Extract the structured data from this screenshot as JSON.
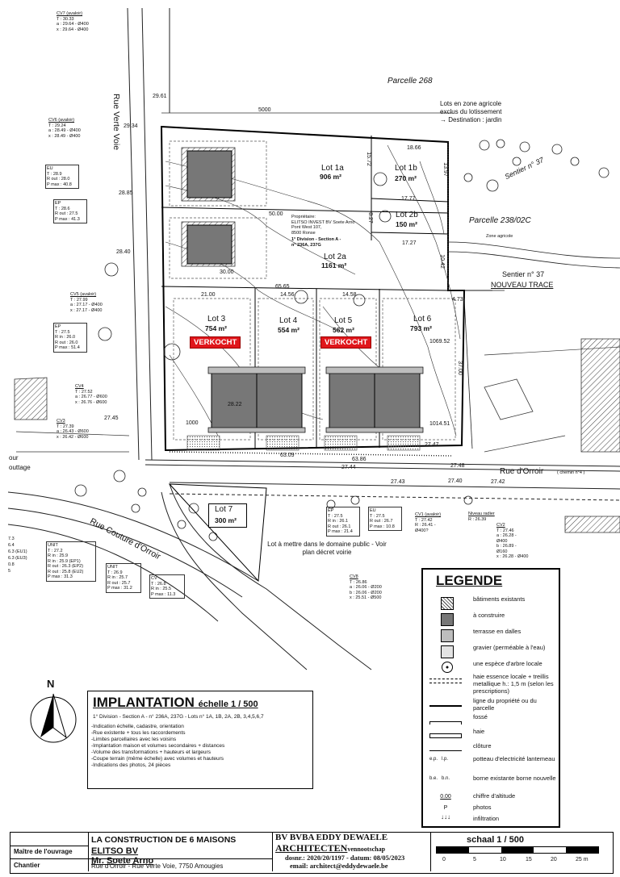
{
  "parcels": {
    "parcelle_268": "Parcelle 268",
    "parcelle_238": "Parcelle 238/02C",
    "sentier_37": "Sentier n° 37",
    "sentier_37_new": "Sentier n° 37",
    "nouveau_trace": "NOUVEAU TRACE",
    "lots_zone_agricole": "Lots en zone agricole exclus du lotissement",
    "destination": "→ Destination : jardin",
    "zone_agricole": "Zone agricole"
  },
  "streets": {
    "verte_voie": "Rue Verte Voie",
    "orroir": "Rue d'Orroir",
    "orroir_chemin": "( chemin n°4 )",
    "couture": "Rue Couture d'Orroir"
  },
  "lots": [
    {
      "name": "Lot 1a",
      "area": "906 m²"
    },
    {
      "name": "Lot 1b",
      "area": "270 m²"
    },
    {
      "name": "Lot 2a",
      "area": "1161 m²"
    },
    {
      "name": "Lot 2b",
      "area": "150 m²"
    },
    {
      "name": "Lot 3",
      "area": "754 m²"
    },
    {
      "name": "Lot 4",
      "area": "554 m²"
    },
    {
      "name": "Lot 5",
      "area": "562 m²"
    },
    {
      "name": "Lot 6",
      "area": "793 m²"
    },
    {
      "name": "Lot 7",
      "area": "300 m²"
    }
  ],
  "sold_label": "VERKOCHT",
  "proprietaire": {
    "label": "Propriétaire:",
    "name": "ELITSO INVEST BV Soete Arno",
    "addr1": "Pont West 107,",
    "addr2": "8500 Ronse",
    "division": "1° Division - Section A -",
    "numbers": "n° 236A, 237G"
  },
  "lot7_note": "Lot à mettre dans le domaine public - Voir plan décret voirie",
  "dimensions": [
    "5000",
    "18.66",
    "17.77",
    "17.27",
    "21.00",
    "14.56",
    "14.58",
    "50.00",
    "30.00",
    "65.65",
    "27.45",
    "27.48",
    "27.44",
    "27.43",
    "27.40",
    "27.42",
    "29.61",
    "29.34",
    "28.85",
    "28.40",
    "28.22",
    "27.47",
    "13.97",
    "10.42",
    "8.27",
    "15.72",
    "4.73",
    "37.00",
    "1069.52",
    "1014.51",
    "63.86",
    "63.09",
    "1000"
  ],
  "cv_blocks": [
    {
      "title": "CV7 (avaloir)",
      "lines": [
        "T : 30.33",
        "a : 29.64 - Ø400",
        "x : 29.64 - Ø400"
      ]
    },
    {
      "title": "CV6 (avaloir)",
      "lines": [
        "T : 29.24",
        "a : 28.49 - Ø400",
        "x : 28.49 - Ø400"
      ]
    },
    {
      "title": "CV5 (avaloir)",
      "lines": [
        "T : 27.99",
        "a : 27.17 - Ø400",
        "x : 27.17 - Ø400"
      ]
    },
    {
      "title": "CV4",
      "lines": [
        "T : 27.52",
        "a : 26.77 - Ø600",
        "x : 26.76 - Ø600"
      ]
    },
    {
      "title": "CV3",
      "lines": [
        "T : 27.39",
        "a : 26.43 - Ø600",
        "x : 26.42 - Ø600"
      ]
    },
    {
      "title": "CV8",
      "lines": [
        "T : 26.86",
        "a : 26.06 - Ø200",
        "b : 26.06 - Ø200",
        "x : 25.51 - Ø500"
      ]
    },
    {
      "title": "CV1 (avaloir)",
      "lines": [
        "T : 27.42",
        "R : 26.41 -",
        "Ø400?"
      ]
    },
    {
      "title": "CV2",
      "lines": [
        "T : 27.46",
        "a : 26.28 -",
        "Ø400",
        "b : 26.89 -",
        "Ø160",
        "x : 26.28 - Ø400"
      ]
    }
  ],
  "eu_blocks": [
    {
      "title": "EU",
      "lines": [
        "T : 28.9",
        "R out : 28.0",
        "P max : 40.8"
      ]
    },
    {
      "title": "EP",
      "lines": [
        "T : 28.6",
        "R out : 27.5",
        "P max : 41.3"
      ]
    },
    {
      "title": "EP",
      "lines": [
        "T : 27.5",
        "R in : 26.0",
        "R out : 26.0",
        "P max : 51.4"
      ]
    },
    {
      "title": "EP",
      "lines": [
        "T : 27.5",
        "R in : 26.1",
        "R out : 26.1",
        "P max : 21.4"
      ]
    },
    {
      "title": "EU",
      "lines": [
        "T : 27.5",
        "R out : 26.7",
        "P max : 10.8"
      ]
    },
    {
      "title": "UNIT",
      "lines": [
        "T : 27.2",
        "R in : 25.9",
        "R in : 25.9 (EP1)",
        "R out : 26.3 (EP2)",
        "R out : 25.8 (EU2)",
        "P max : 31.3"
      ]
    },
    {
      "title": "UNIT",
      "lines": [
        "T : 26.9",
        "R in : 25.7",
        "R out : 25.7",
        "P max : 31.2"
      ]
    },
    {
      "title": "CV",
      "lines": [
        "T : 26.8",
        "R in : 25.5",
        "P max : 11.3"
      ]
    }
  ],
  "niveau_rader": {
    "title": "Niveau radier",
    "value": "R : 26.39"
  },
  "left_edge": [
    "7.3",
    "6.4",
    "6.3 (EU1)",
    "6.3 (EU3)",
    "0.8",
    "5"
  ],
  "left_words": [
    "our",
    "outtage"
  ],
  "north": "N",
  "implantation": {
    "title": "IMPLANTATION",
    "scale": "échelle 1 / 500",
    "subtitle": "1° Division - Section A - n° 236A, 237G - Lots n° 1A, 1B, 2A, 2B, 3,4,5,6,7",
    "items": [
      "-Indication échelle, cadastre, orientation",
      "-Rue existente + tous les raccordements",
      "-Limites parcellaires avec les voisins",
      "-Implantation maison et volumes secondaires + distances",
      "-Volume des transformations + hauteurs et largeurs",
      "-Coupe terrain (même échelle) avec volumes et hauteurs",
      "-Indications des photos, 24 pièces"
    ]
  },
  "legend": {
    "title": "LEGENDE",
    "items": [
      "bâtiments existants",
      "à construire",
      "terrasse en dalles",
      "gravier (perméable à l'eau)",
      "une espèce d'arbre locale",
      "haie essence locale + treillis metallique h.: 1,5 m (selon les prescriptions)",
      "ligne du propriété ou du parcelle",
      "fossé",
      "haie",
      "clôture",
      "potteau d'electricité lantemeau",
      "borne existante borne nouvelle",
      "chiffre d'altitude",
      "photos",
      "infiltration"
    ],
    "sym_labels": {
      "ep": "e.p.",
      "lp": "l.p.",
      "be": "b.e.",
      "bn": "b.n.",
      "alt": "0.00",
      "photo": "P"
    }
  },
  "titleblock": {
    "project": "LA CONSTRUCTION DE 6 MAISONS",
    "maitre_label": "Maître de l'ouvrage",
    "maitre": "ELITSO BV",
    "maitre2": "Mr. Soete Arno",
    "chantier_label": "Chantier",
    "chantier": "Rue d'Orroir - Rue Verte Voie, 7750 Amougies",
    "office1": "BV BVBA EDDY DEWAELE",
    "office2": "ARCHITECTEN",
    "office2b": "vennootschap",
    "dossier": "dosnr.: 2020/20/1197 - datum: 08/05/2023",
    "email": "email: architect@eddydewaele.be",
    "scale": "schaal 1 / 500",
    "scale_ticks": [
      "0",
      "5",
      "10",
      "15",
      "20",
      "25 m"
    ]
  },
  "colors": {
    "sold": "#e0161b",
    "building": "#777777",
    "terrace": "#bdbdbd",
    "gravel": "#e3e3e3"
  }
}
